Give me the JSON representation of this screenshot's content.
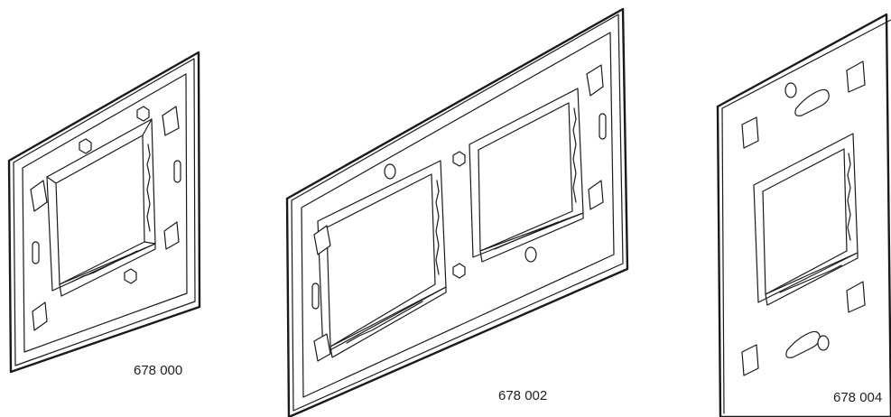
{
  "labels": {
    "plate_single": "678 000",
    "plate_double": "678 002",
    "plate_vertical": "678 004"
  }
}
